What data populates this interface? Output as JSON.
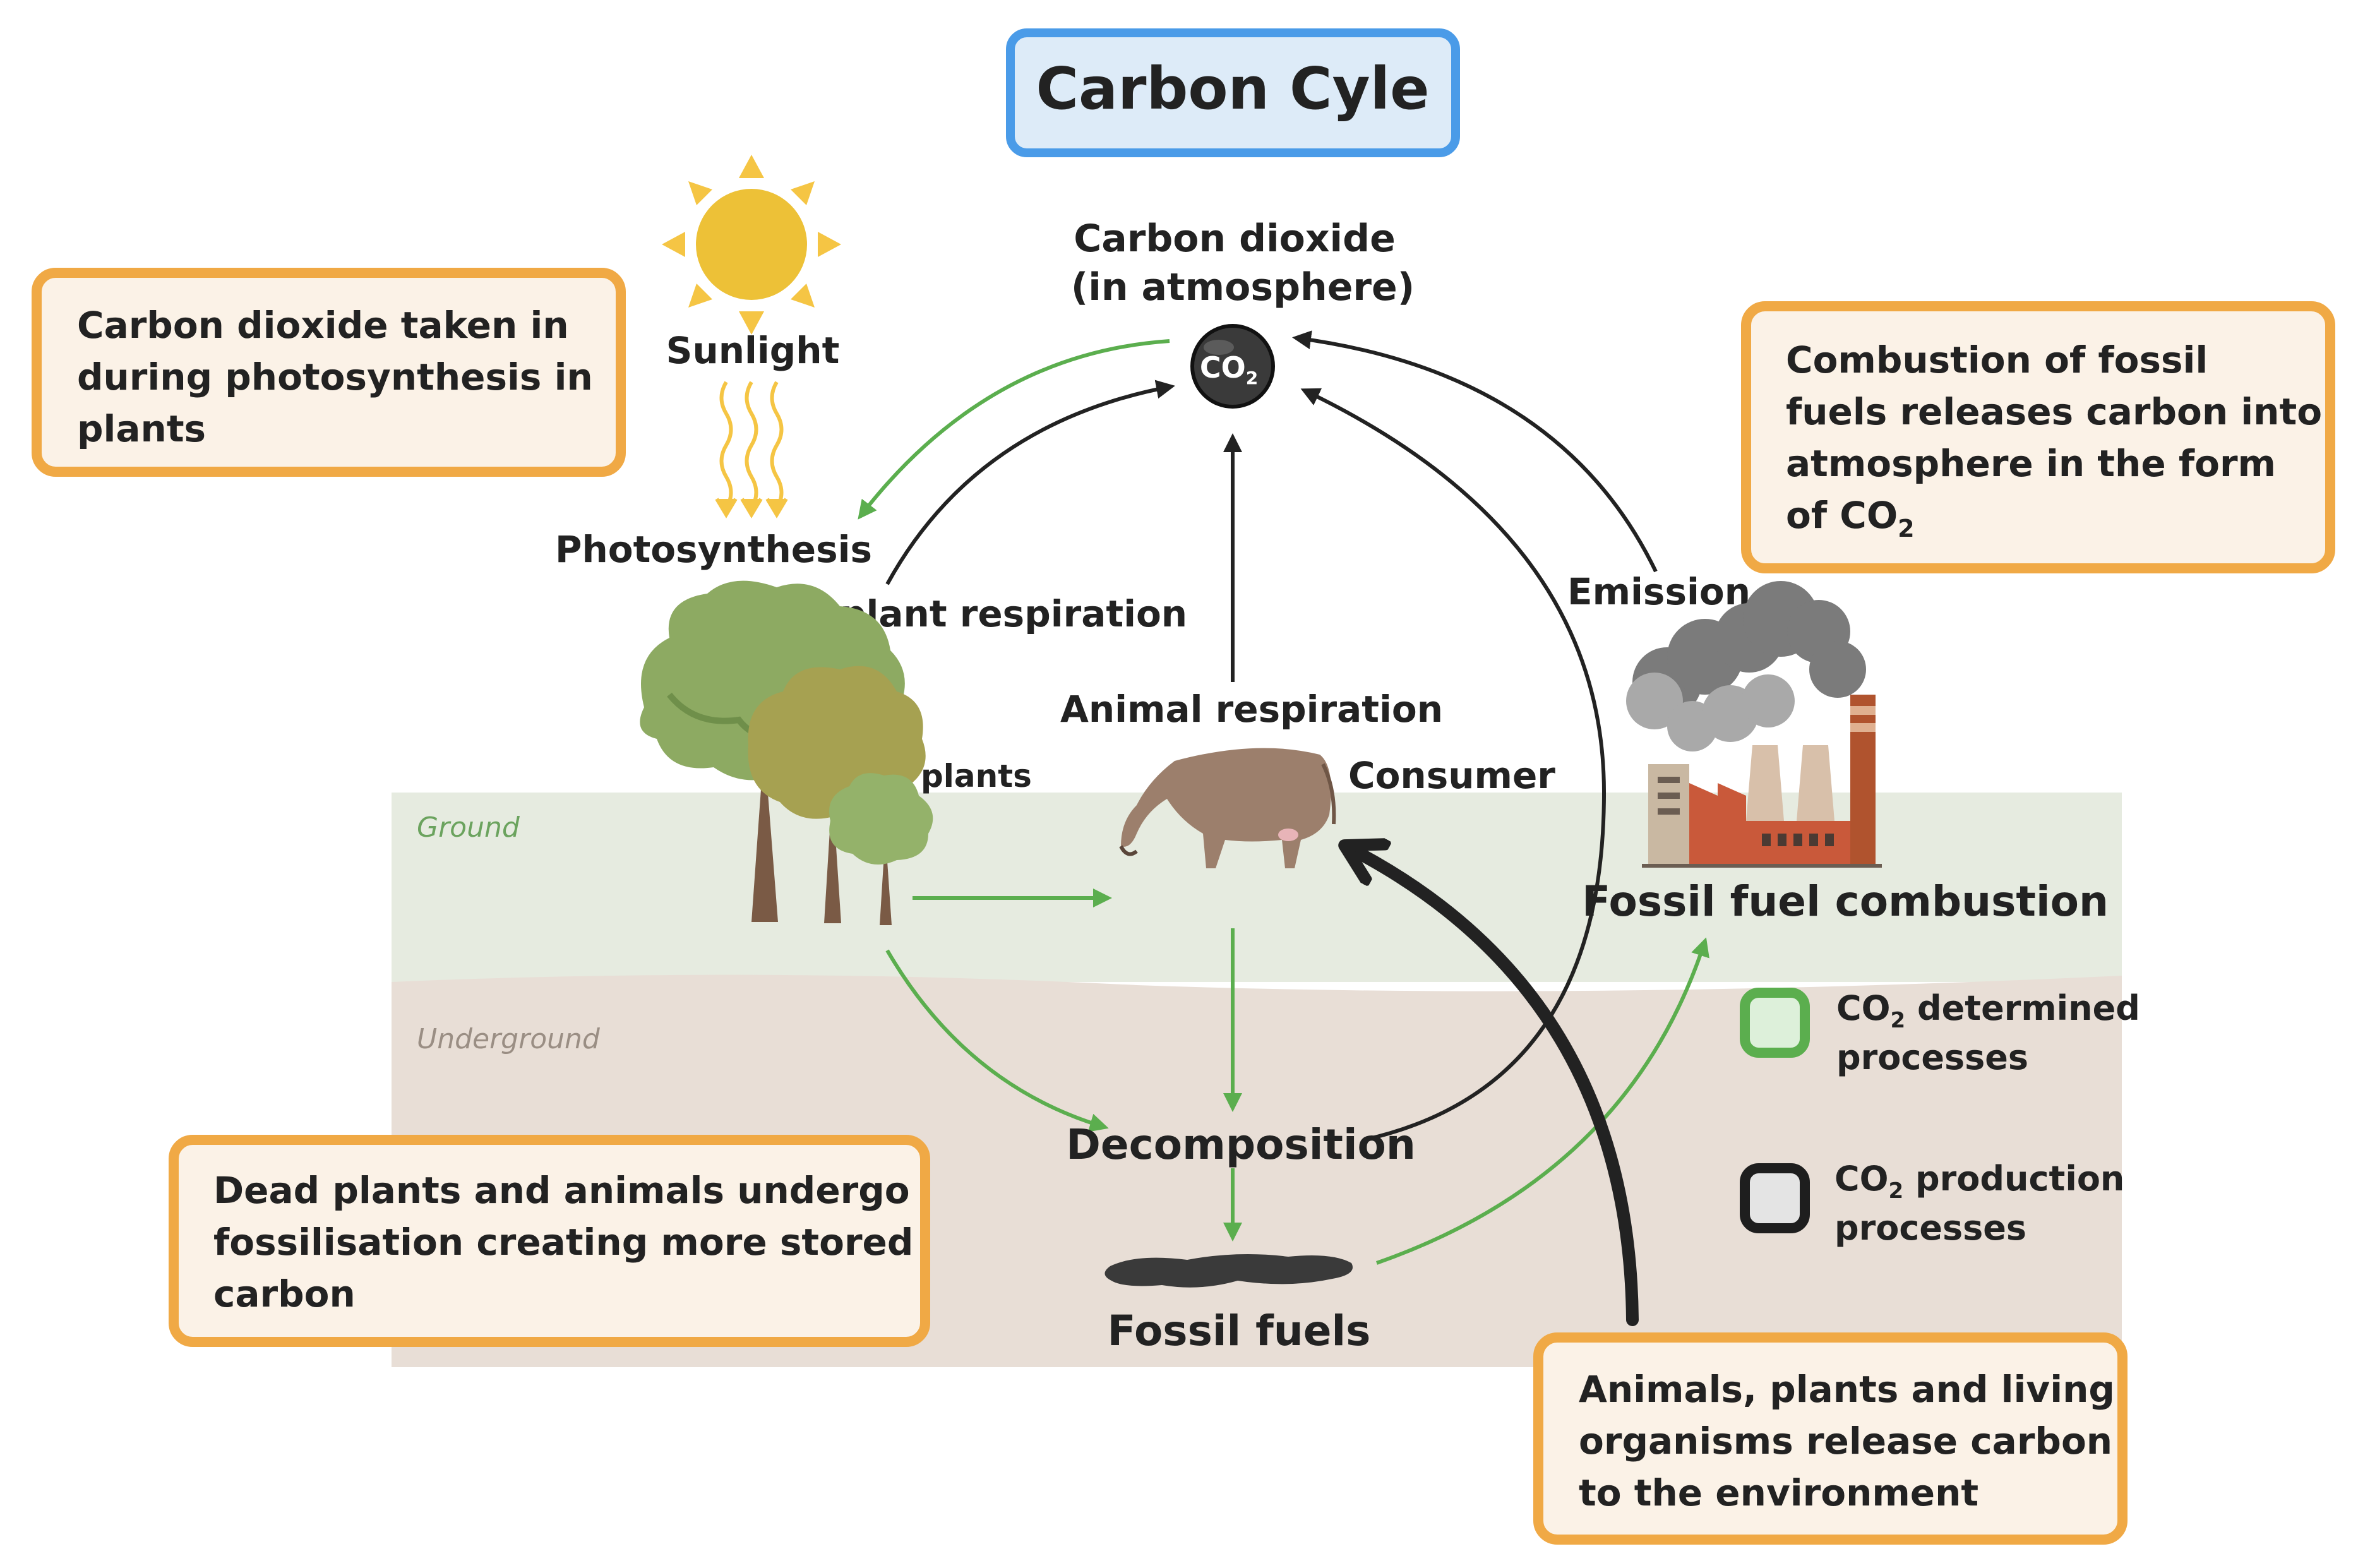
{
  "title": "Carbon Cyle",
  "atmosphere": {
    "label_line1": "Carbon dioxide",
    "label_line2": "(in atmosphere)",
    "badge": "CO",
    "badge_sub": "2"
  },
  "zones": {
    "ground": "Ground",
    "underground": "Underground"
  },
  "labels": {
    "sunlight": "Sunlight",
    "photosynthesis": "Photosynthesis",
    "plant_respiration": "plant respiration",
    "plants": "plants",
    "animal_respiration": "Animal respiration",
    "consumer": "Consumer",
    "emission": "Emission",
    "fossil_fuel_combustion": "Fossil fuel combustion",
    "decomposition": "Decomposition",
    "fossil_fuels": "Fossil fuels"
  },
  "notes": {
    "photosynthesis": [
      "Carbon dioxide taken in",
      "during photosynthesis in",
      "plants"
    ],
    "combustion": [
      "Combustion of fossil",
      "fuels releases carbon into",
      "atmosphere in the form",
      "of CO"
    ],
    "combustion_sub": "2",
    "fossilisation": [
      "Dead plants and animals undergo",
      "fossilisation creating more stored",
      "carbon"
    ],
    "release": [
      "Animals, plants and living",
      "organisms release carbon",
      "to the environment"
    ]
  },
  "legend": {
    "green_line1_prefix": "CO",
    "green_line1_sub": "2",
    "green_line1_suffix": " determined",
    "green_line2": "processes",
    "black_line1_prefix": "CO",
    "black_line1_sub": "2",
    "black_line1_suffix": " production",
    "black_line2": "processes"
  },
  "colors": {
    "note_border": "#F0A945",
    "note_fill": "#FBF2E7",
    "title_border": "#4A9BE8",
    "title_fill": "#DDEBF8",
    "green_arrow": "#5BAE4E",
    "black_arrow": "#222222",
    "ground": "#E6EBE0",
    "underground": "#E8DED6"
  },
  "icons": [
    "sun-icon",
    "co2-molecule-icon",
    "trees-icon",
    "cow-icon",
    "factory-icon",
    "fossil-fuel-puddle-icon"
  ]
}
